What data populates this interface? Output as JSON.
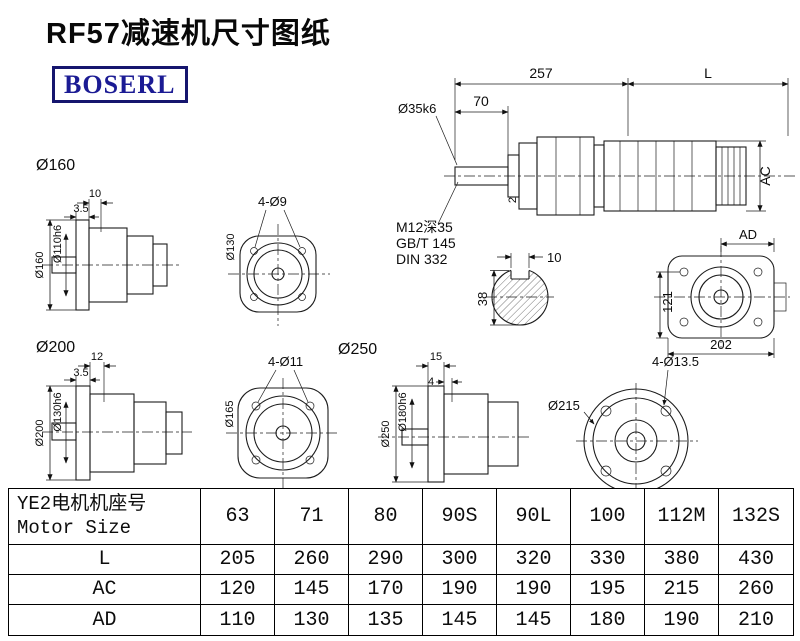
{
  "page": {
    "title": "RF57减速机尺寸图纸",
    "logo_text": "BOSERL"
  },
  "views": {
    "main_assembly": {
      "dim_total_gear": "257",
      "dim_motor_length": "L",
      "dim_shaft_length": "70",
      "dim_shaft_dia": "Ø35k6",
      "dim_motor_dia": "AC",
      "dim_key_offset": "2",
      "note_thread": "M12深35",
      "note_std1": "GB/T 145",
      "note_std2": "DIN 332"
    },
    "shaft_section": {
      "dim_key_width": "10",
      "dim_height": "38"
    },
    "side_view": {
      "dim_ad": "AD",
      "dim_center_height": "121",
      "dim_width": "202"
    },
    "flange160": {
      "label": "Ø160",
      "dim_offset": "10",
      "dim_thickness": "3.5",
      "dim_flange_dia": "Ø160",
      "dim_spigot_dia": "Ø110h6"
    },
    "flange130_face": {
      "dim_holes": "4-Ø9",
      "dim_bolt_circle": "Ø130"
    },
    "flange200": {
      "label": "Ø200",
      "dim_offset": "12",
      "dim_thickness": "3.5",
      "dim_flange_dia": "Ø200",
      "dim_spigot_dia": "Ø130h6"
    },
    "flange165_face": {
      "dim_holes": "4-Ø11",
      "dim_bolt_circle": "Ø165"
    },
    "flange250": {
      "label": "Ø250",
      "dim_offset": "15",
      "dim_thickness": "4",
      "dim_flange_dia": "Ø250",
      "dim_spigot_dia": "Ø180h6"
    },
    "flange215_face": {
      "dim_holes": "4-Ø13.5",
      "dim_dia": "Ø215"
    }
  },
  "table": {
    "header_cn": "YE2电机机座号",
    "header_en": "Motor Size",
    "sizes": [
      "63",
      "71",
      "80",
      "90S",
      "90L",
      "100",
      "112M",
      "132S"
    ],
    "rows": [
      {
        "label": "L",
        "values": [
          "205",
          "260",
          "290",
          "300",
          "320",
          "330",
          "380",
          "430"
        ]
      },
      {
        "label": "AC",
        "values": [
          "120",
          "145",
          "170",
          "190",
          "190",
          "195",
          "215",
          "260"
        ]
      },
      {
        "label": "AD",
        "values": [
          "110",
          "130",
          "135",
          "145",
          "145",
          "180",
          "190",
          "210"
        ]
      }
    ]
  }
}
